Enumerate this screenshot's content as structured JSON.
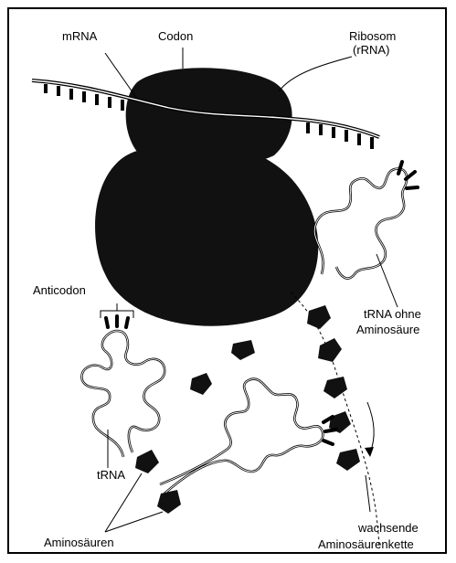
{
  "labels": {
    "mrna": "mRNA",
    "codon": "Codon",
    "ribosom_line1": "Ribosom",
    "ribosom_line2": "(rRNA)",
    "anticodon": "Anticodon",
    "trna_free_line1": "tRNA ohne",
    "trna_free_line2": "Aminosäure",
    "trna": "tRNA",
    "aminosaeuren": "Aminosäuren",
    "chain_line1": "wachsende",
    "chain_line2": "Aminosäurenkette"
  },
  "colors": {
    "ink": "#000000",
    "background": "#ffffff"
  }
}
